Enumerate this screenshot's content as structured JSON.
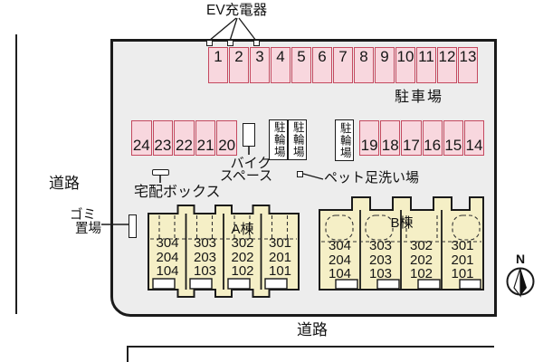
{
  "colors": {
    "site_fill": "#ededed",
    "stall_fill": "#f8d7de",
    "stall_border": "#c4495f",
    "building_fill": "#f5efc6",
    "line_color": "#1a1a1a"
  },
  "labels": {
    "ev_charger": "EV充電器",
    "parking_lot": "駐車場",
    "bicycle_parking": "駐輪場",
    "bike_space_line1": "バイク",
    "bike_space_line2": "スペース",
    "delivery_box": "宅配ボックス",
    "pet_wash": "ペット足洗い場",
    "garbage_line1": "ゴミ",
    "garbage_line2": "置場",
    "road_left": "道路",
    "road_bottom": "道路"
  },
  "parking": {
    "row_top": [
      "1",
      "2",
      "3",
      "4",
      "5",
      "6",
      "7",
      "8",
      "9",
      "10",
      "11",
      "12",
      "13"
    ],
    "row_mid_left": [
      "24",
      "23",
      "22",
      "21",
      "20"
    ],
    "row_mid_right": [
      "19",
      "18",
      "17",
      "16",
      "15",
      "14"
    ]
  },
  "buildings": [
    {
      "name": "A棟",
      "units": [
        {
          "rooms": [
            "304",
            "204",
            "104"
          ]
        },
        {
          "rooms": [
            "303",
            "203",
            "103"
          ]
        },
        {
          "rooms": [
            "302",
            "202",
            "102"
          ]
        },
        {
          "rooms": [
            "301",
            "201",
            "101"
          ]
        }
      ]
    },
    {
      "name": "B棟",
      "units": [
        {
          "rooms": [
            "304",
            "204",
            "104"
          ]
        },
        {
          "rooms": [
            "303",
            "203",
            "103"
          ]
        },
        {
          "rooms": [
            "302",
            "202",
            "102"
          ]
        },
        {
          "rooms": [
            "301",
            "201",
            "101"
          ]
        }
      ]
    }
  ],
  "compass": {
    "north": "N"
  }
}
